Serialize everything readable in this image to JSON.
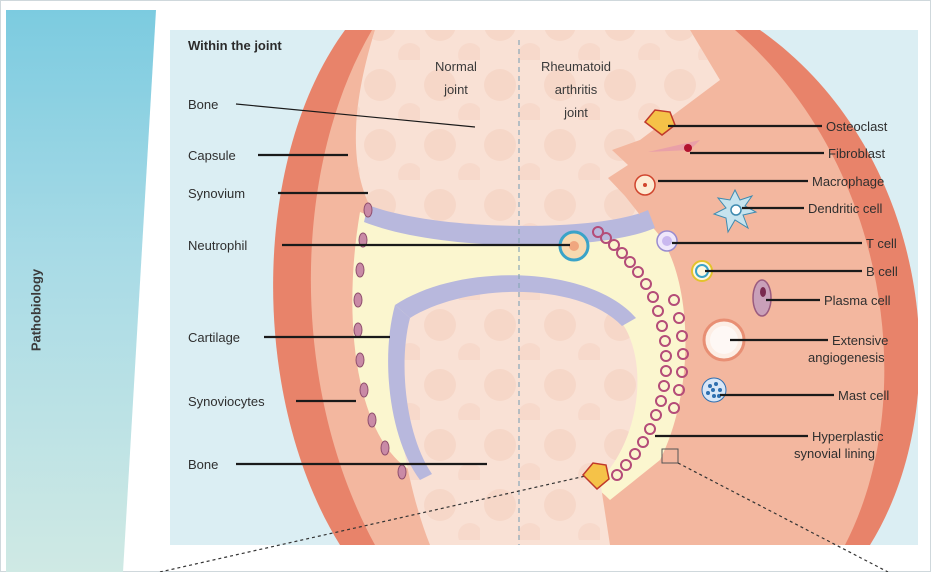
{
  "sidebar": {
    "label": "Pathobiology"
  },
  "panel": {
    "title": "Within the joint",
    "header_normal": [
      "Normal",
      "joint"
    ],
    "header_ra": [
      "Rheumatoid",
      "arthritis",
      "joint"
    ]
  },
  "left_labels": [
    "Bone",
    "Capsule",
    "Synovium",
    "Neutrophil",
    "Cartilage",
    "Synoviocytes",
    "Bone"
  ],
  "right_labels": {
    "osteoclast": "Osteoclast",
    "fibroblast": "Fibroblast",
    "macrophage": "Macrophage",
    "dendritic": "Dendritic cell",
    "tcell": "T cell",
    "bcell": "B cell",
    "plasma": "Plasma cell",
    "angio": [
      "Extensive",
      "angiogenesis"
    ],
    "mast": "Mast cell",
    "hyper": [
      "Hyperplastic",
      "synovial lining"
    ]
  },
  "colors": {
    "capsule": "#e8836a",
    "synovium": "#f3b79f",
    "bone": "#f9e1d5",
    "cartilage": "#b8b8dd",
    "fluid": "#fbf6cf",
    "panel_bg": "#dbeef3",
    "synoviocyte": "#c98aa6"
  }
}
